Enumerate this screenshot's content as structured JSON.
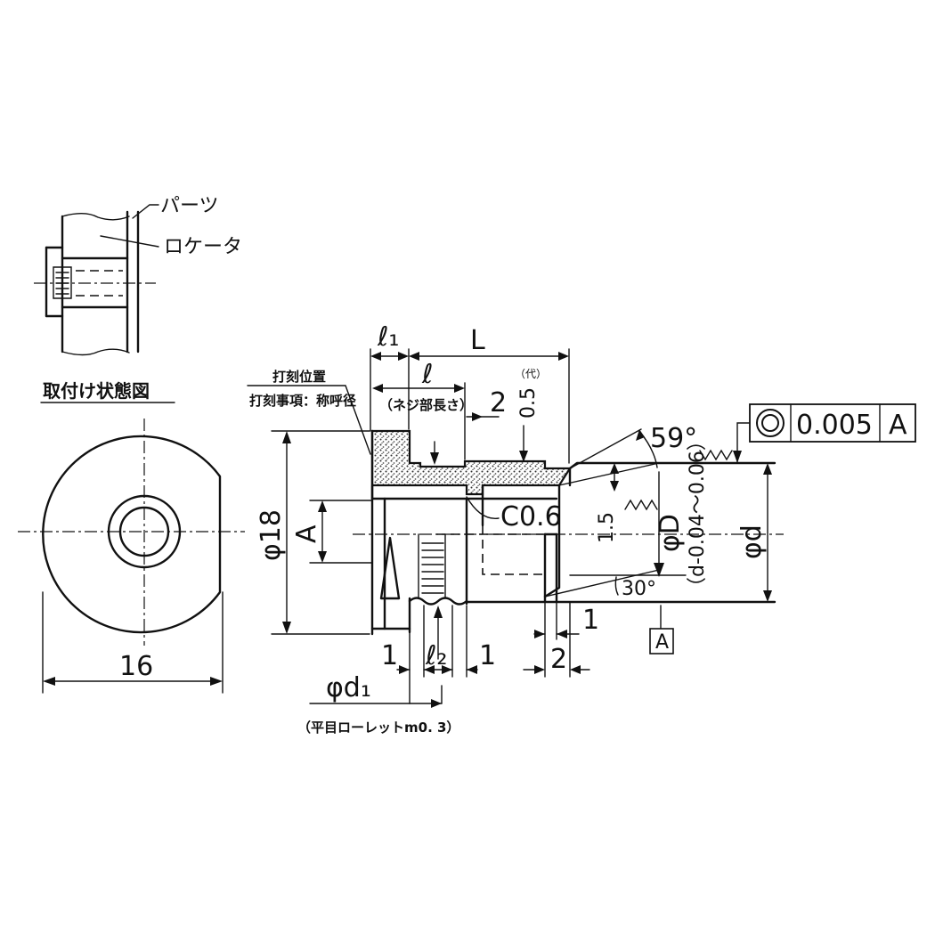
{
  "labels": {
    "parts": "パーツ",
    "locator": "ロケータ",
    "mounting_state": "取付け状態図",
    "stamp_position": "打刻位置",
    "stamp_item": "打刻事項：称呼径",
    "thread_length": "（ネジ部長さ）",
    "knurl": "（平目ローレットm0. 3）",
    "tol_range": "（d-0.04～0.06）",
    "tol_small": "（代）"
  },
  "dimensions": {
    "width_16": "16",
    "dia_18": "φ18",
    "A": "A",
    "l1": "ℓ₁",
    "L": "L",
    "l": "ℓ",
    "two_top": "2",
    "half_mm": "0.5",
    "angle_59": "59°",
    "c06": "C0.6",
    "one_five": "1.5",
    "phi_D": "φD",
    "phi_d": "φd",
    "angle_30": "30°",
    "one_right": "1",
    "two_bottom": "2",
    "one_left": "1",
    "l2": "ℓ₂",
    "one_mid": "1",
    "phi_d1": "φd₁",
    "datum": "A"
  },
  "tolerance_frame": {
    "symbol": "concentricity",
    "value": "0.005",
    "datum": "A"
  }
}
